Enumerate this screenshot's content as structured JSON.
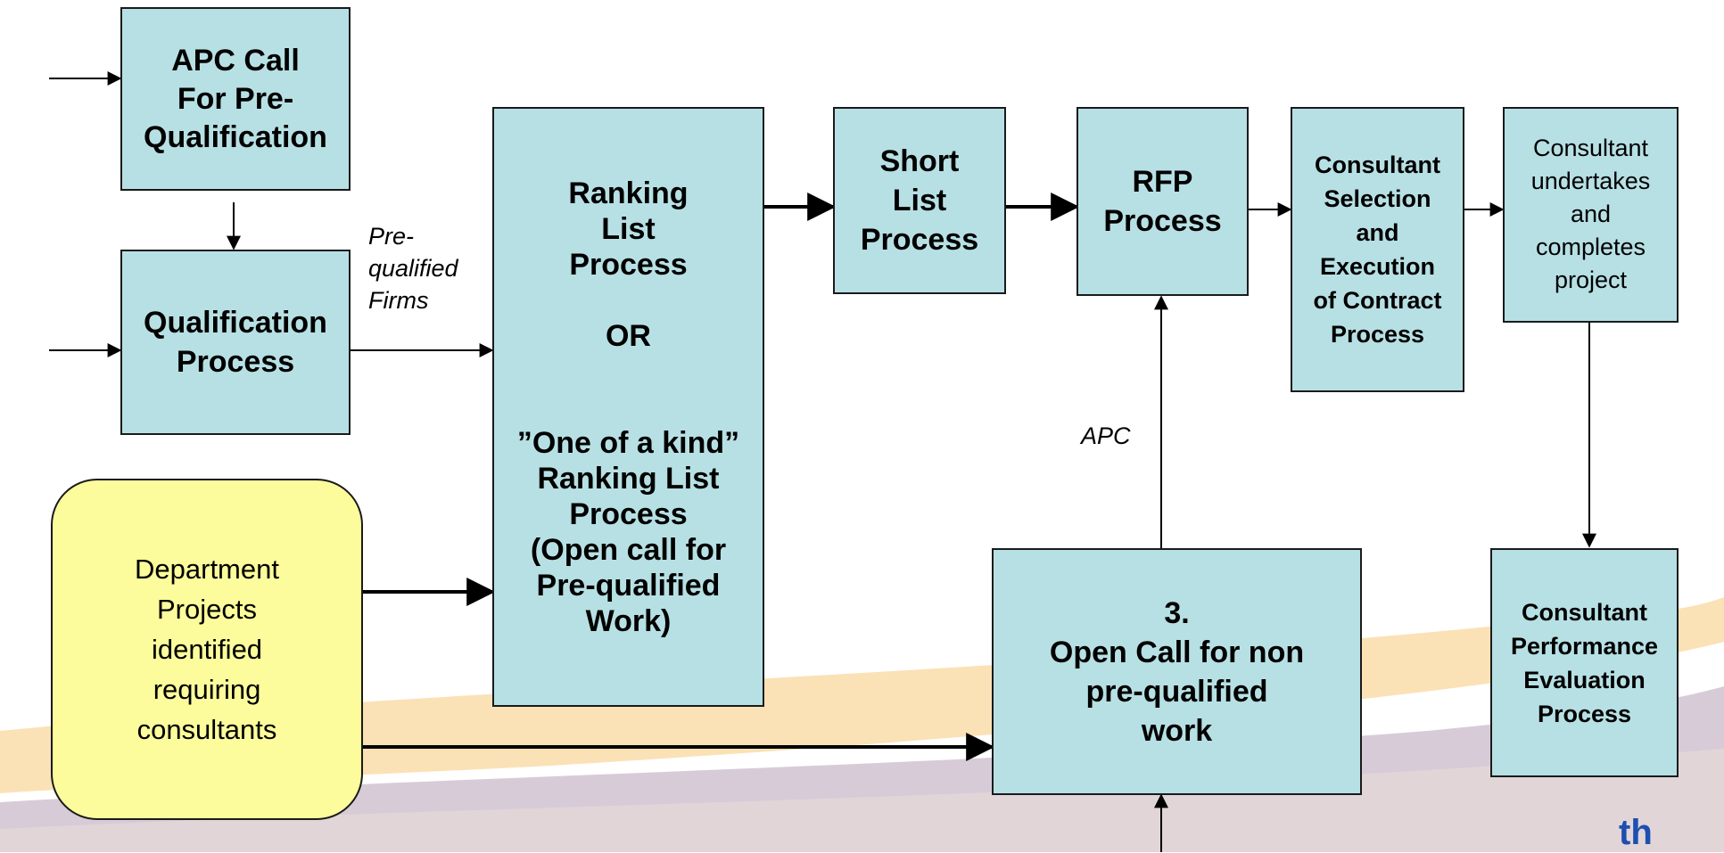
{
  "nodes": {
    "apc_call": "APC Call\nFor Pre-\nQualification",
    "qualification": "Qualification\nProcess",
    "ranking": "Ranking\nList\nProcess\n\nOR\n\n\n”One of a kind”\nRanking List\nProcess\n(Open call for\nPre-qualified\nWork)",
    "short_list": "Short\nList\nProcess",
    "rfp": "RFP\nProcess",
    "selection": "Consultant\nSelection\nand\nExecution\nof Contract\nProcess",
    "undertakes": "Consultant\nundertakes\nand\ncompletes\nproject",
    "department": "Department\nProjects\nidentified\nrequiring\nconsultants",
    "open_call": "3.\nOpen Call for non\npre-qualified\nwork",
    "evaluation": "Consultant\nPerformance\nEvaluation\nProcess"
  },
  "edge_labels": {
    "prequalified": "Pre-\nqualified\nFirms",
    "apc": "APC"
  },
  "colors": {
    "process_fill": "#b7e0e4",
    "start_fill": "#fcfc9c",
    "swoosh_orange": "#f8c87a",
    "swoosh_purple": "#b8a0b8"
  }
}
